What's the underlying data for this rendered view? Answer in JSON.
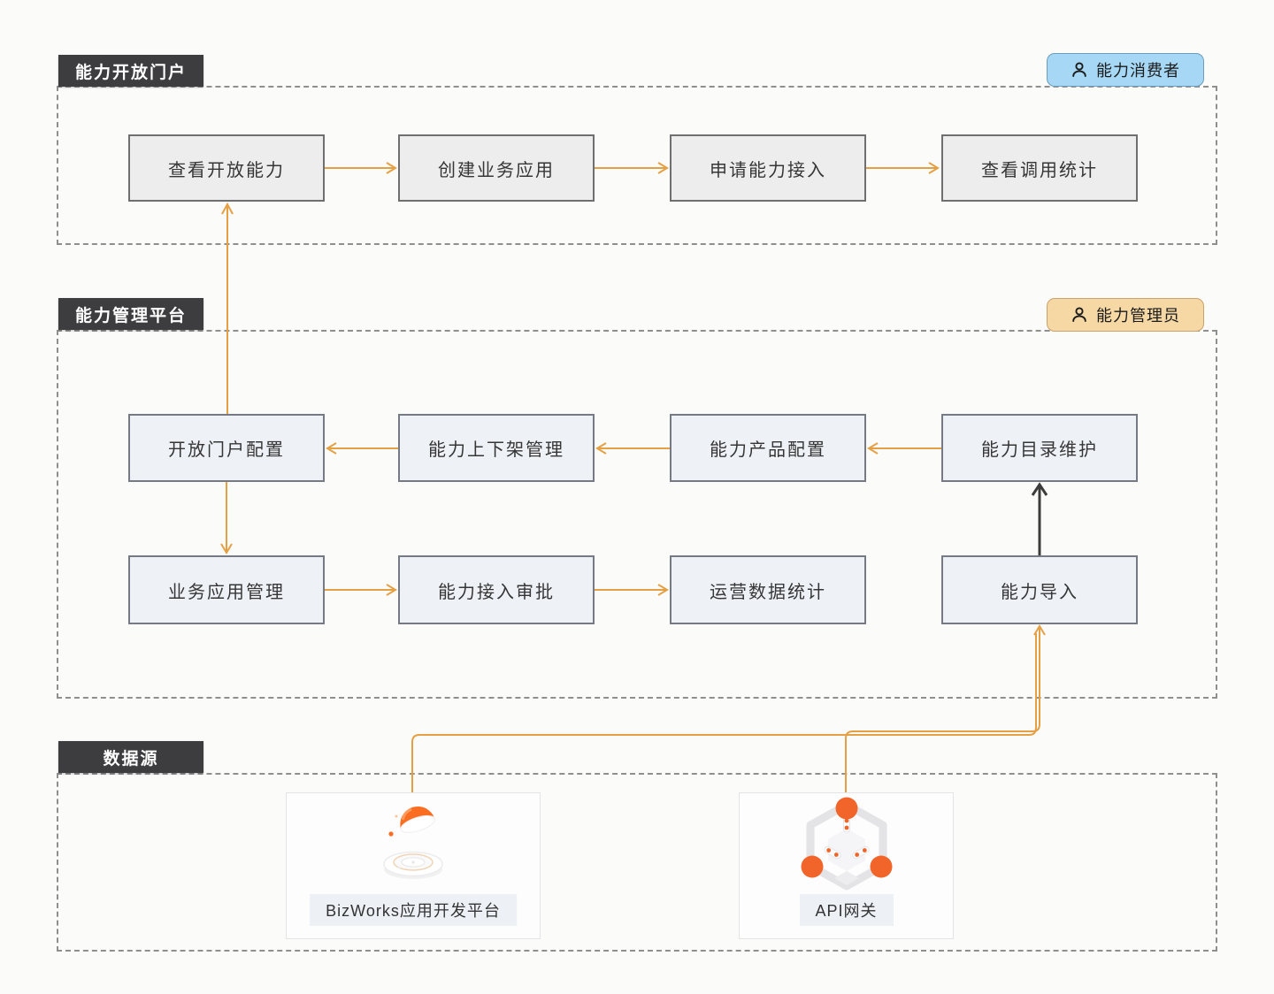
{
  "lane_portal": {
    "label": "能力开放门户",
    "badge": "能力消费者",
    "boxes": [
      "查看开放能力",
      "创建业务应用",
      "申请能力接入",
      "查看调用统计"
    ]
  },
  "lane_mgmt": {
    "label": "能力管理平台",
    "badge": "能力管理员",
    "row1": [
      "开放门户配置",
      "能力上下架管理",
      "能力产品配置",
      "能力目录维护"
    ],
    "row2": [
      "业务应用管理",
      "能力接入审批",
      "运营数据统计",
      "能力导入"
    ]
  },
  "lane_data": {
    "label": "数据源",
    "sources": [
      {
        "label": "BizWorks应用开发平台",
        "icon": "bizworks-platform-icon"
      },
      {
        "label": "API网关",
        "icon": "api-gateway-icon"
      }
    ]
  },
  "colors": {
    "accent_orange": "#E5A044",
    "icon_orange": "#FB6D20",
    "arrow_dark": "#3C3C3C",
    "badge_blue": "#A6D7F5",
    "badge_tan": "#F6D8A4",
    "lane_label_bg": "#3D3D3F"
  }
}
